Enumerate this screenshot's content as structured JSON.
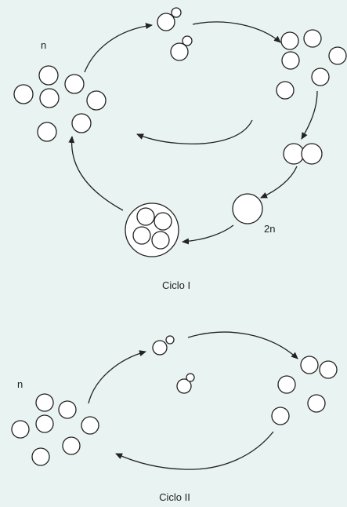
{
  "cycle1": {
    "title": "Ciclo I",
    "haploid_label": "n",
    "diploid_label": "2n"
  },
  "cycle2": {
    "title": "Ciclo II",
    "haploid_label": "n"
  },
  "colors": {
    "background": "#e8f3f2",
    "stroke": "#222222",
    "cell_fill": "#ffffff"
  }
}
